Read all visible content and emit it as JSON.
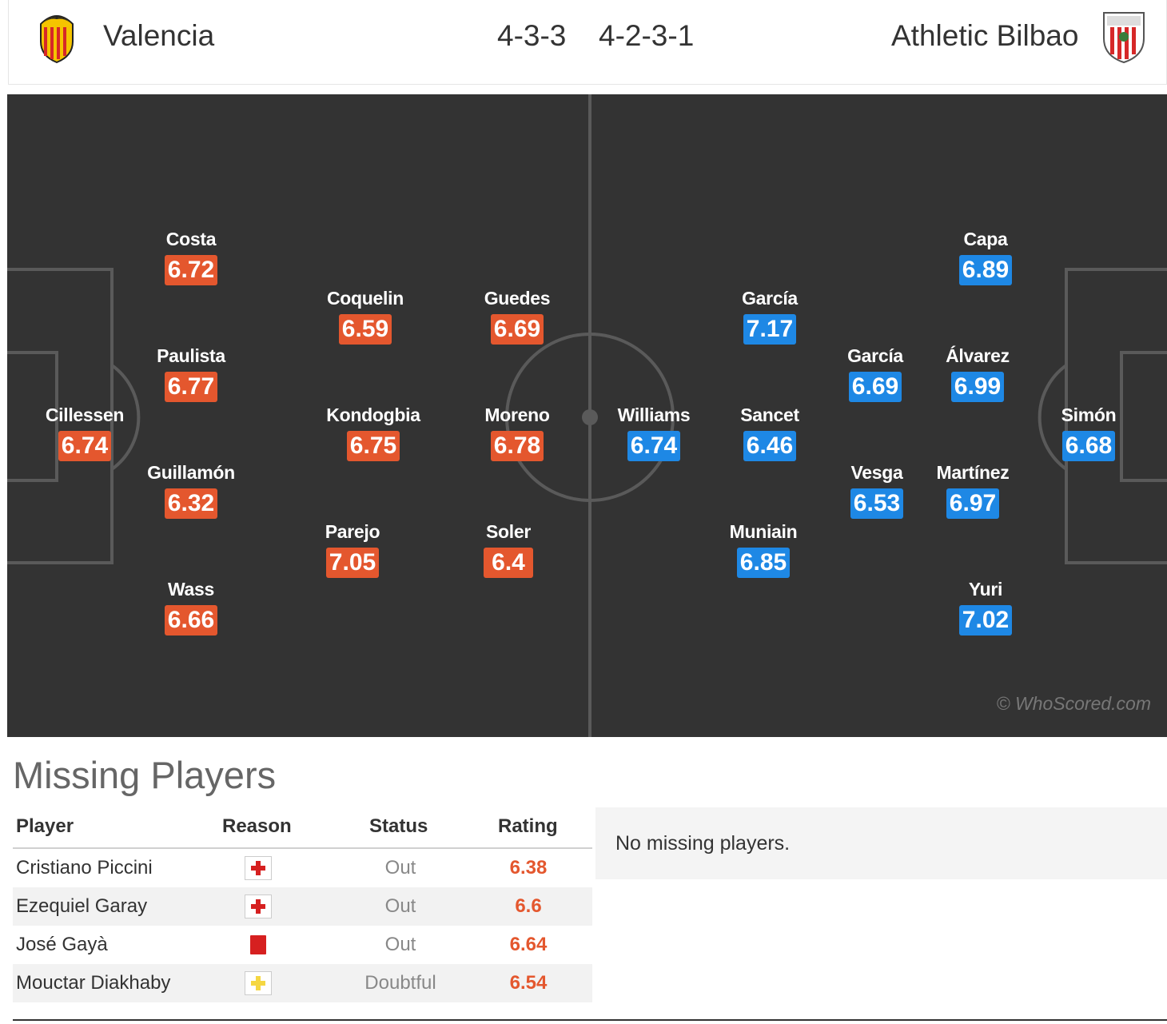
{
  "header": {
    "home_team": "Valencia",
    "away_team": "Athletic Bilbao",
    "home_formation": "4-3-3",
    "away_formation": "4-2-3-1",
    "home_crest_icon": "valencia-crest-icon",
    "away_crest_icon": "athletic-bilbao-crest-icon"
  },
  "colors": {
    "home_rating": "#e4572e",
    "away_rating": "#1e88e5",
    "pitch": "#333333"
  },
  "pitch": {
    "watermark": "© WhoScored.com",
    "home_players": [
      {
        "name": "Cillessen",
        "rating": "6.74"
      },
      {
        "name": "Costa",
        "rating": "6.72"
      },
      {
        "name": "Paulista",
        "rating": "6.77"
      },
      {
        "name": "Guillamón",
        "rating": "6.32"
      },
      {
        "name": "Wass",
        "rating": "6.66"
      },
      {
        "name": "Coquelin",
        "rating": "6.59"
      },
      {
        "name": "Kondogbia",
        "rating": "6.75"
      },
      {
        "name": "Parejo",
        "rating": "7.05"
      },
      {
        "name": "Guedes",
        "rating": "6.69"
      },
      {
        "name": "Moreno",
        "rating": "6.78"
      },
      {
        "name": "Soler",
        "rating": "6.4"
      }
    ],
    "away_players": [
      {
        "name": "Williams",
        "rating": "6.74"
      },
      {
        "name": "García",
        "rating": "7.17"
      },
      {
        "name": "Sancet",
        "rating": "6.46"
      },
      {
        "name": "Muniain",
        "rating": "6.85"
      },
      {
        "name": "García",
        "rating": "6.69"
      },
      {
        "name": "Vesga",
        "rating": "6.53"
      },
      {
        "name": "Capa",
        "rating": "6.89"
      },
      {
        "name": "Álvarez",
        "rating": "6.99"
      },
      {
        "name": "Martínez",
        "rating": "6.97"
      },
      {
        "name": "Yuri",
        "rating": "7.02"
      },
      {
        "name": "Simón",
        "rating": "6.68"
      }
    ]
  },
  "missing": {
    "title": "Missing Players",
    "columns": [
      "Player",
      "Reason",
      "Status",
      "Rating"
    ],
    "rows": [
      {
        "player": "Cristiano Piccini",
        "reason_icon": "injury-icon",
        "status": "Out",
        "rating": "6.38"
      },
      {
        "player": "Ezequiel Garay",
        "reason_icon": "injury-icon",
        "status": "Out",
        "rating": "6.6"
      },
      {
        "player": "José Gayà",
        "reason_icon": "red-card-icon",
        "status": "Out",
        "rating": "6.64"
      },
      {
        "player": "Mouctar Diakhaby",
        "reason_icon": "doubtful-icon",
        "status": "Doubtful",
        "rating": "6.54"
      }
    ],
    "away_message": "No missing players."
  }
}
